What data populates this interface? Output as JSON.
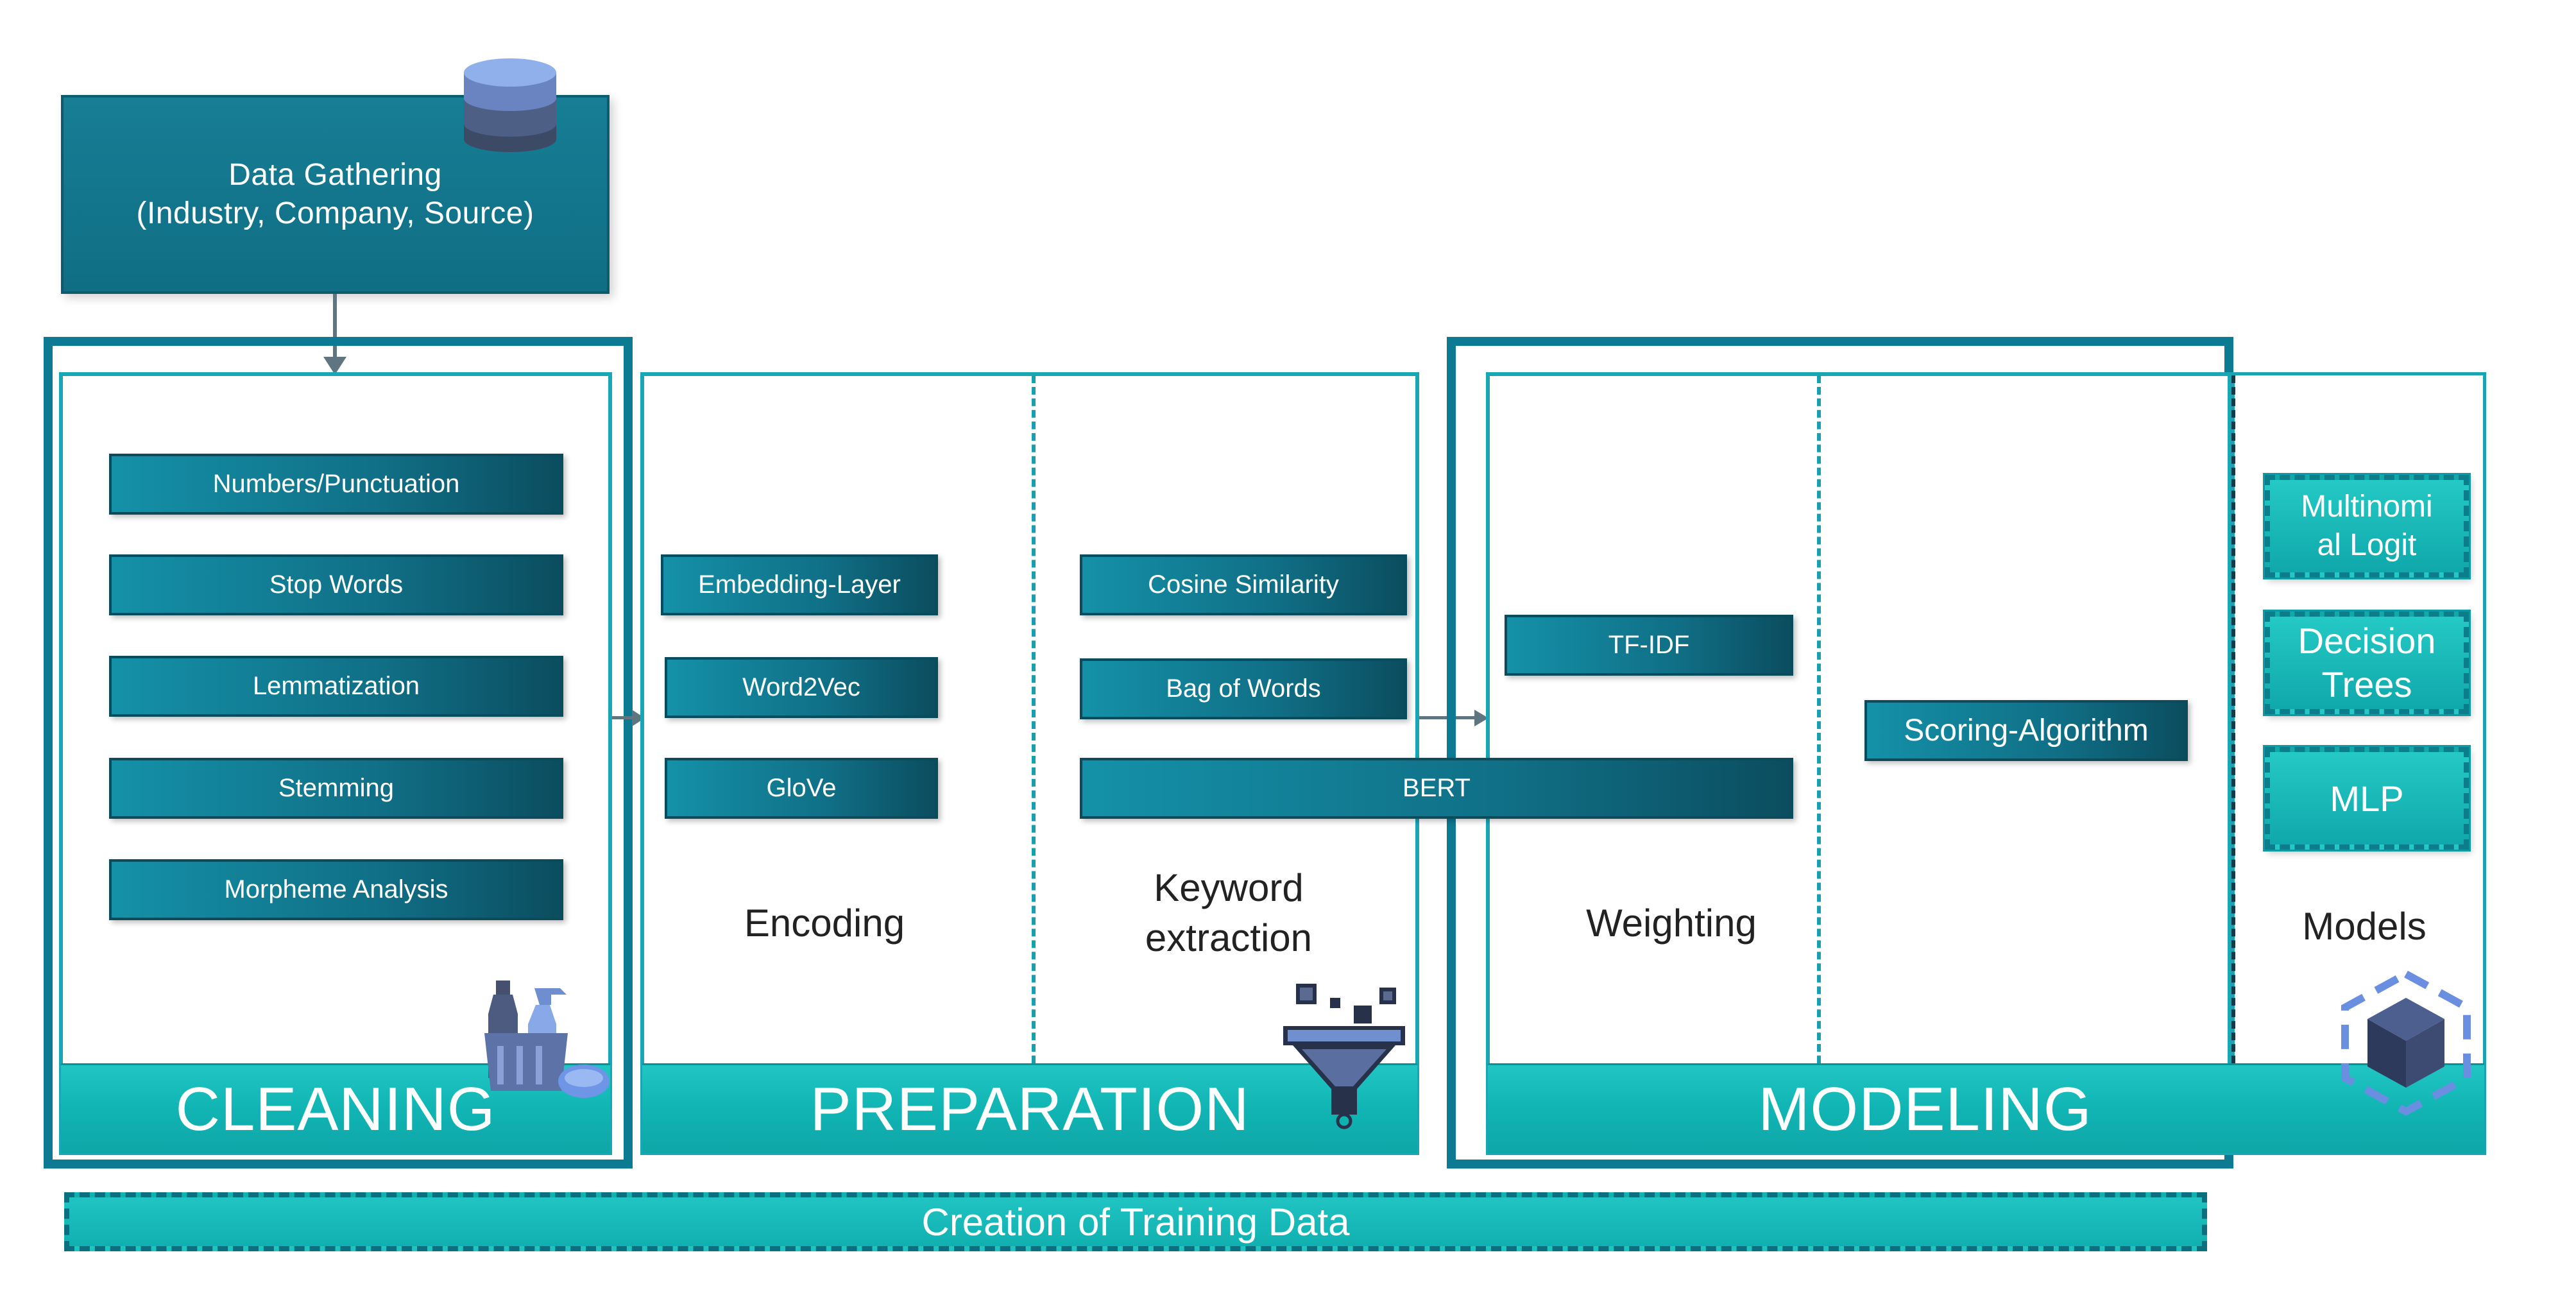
{
  "data_gathering": {
    "line1": "Data Gathering",
    "line2": "(Industry, Company, Source)"
  },
  "stages": {
    "cleaning": {
      "label": "CLEANING",
      "steps": [
        "Numbers/Punctuation",
        "Stop Words",
        "Lemmatization",
        "Stemming",
        "Morpheme Analysis"
      ]
    },
    "preparation": {
      "label": "PREPARATION",
      "encoding": {
        "label": "Encoding",
        "methods": [
          "Embedding-Layer",
          "Word2Vec",
          "GloVe"
        ]
      },
      "keyword_extraction": {
        "label_line1": "Keyword",
        "label_line2": "extraction",
        "methods": [
          "Cosine Similarity",
          "Bag of Words"
        ]
      },
      "shared_method": "BERT"
    },
    "modeling": {
      "label": "MODELING",
      "weighting": {
        "label": "Weighting",
        "methods": [
          "TF-IDF"
        ]
      },
      "scoring": {
        "method": "Scoring-Algorithm"
      },
      "models": {
        "label": "Models",
        "items": [
          {
            "line1": "Multinomi",
            "line2": "al Logit"
          },
          {
            "line1": "Decision",
            "line2": "Trees"
          },
          {
            "line1": "MLP",
            "line2": ""
          }
        ]
      }
    }
  },
  "training_data": "Creation of Training Data",
  "icons": {
    "gathering": "database-icon",
    "cleaning": "cleaning-supplies-icon",
    "preparation": "funnel-filter-icon",
    "modeling": "cube-icon"
  },
  "colors": {
    "dark_teal": "#0f6e84",
    "teal_bar": "#11b6b5",
    "panel_border": "#19a6b5",
    "highlight_border": "#0d7a93"
  }
}
